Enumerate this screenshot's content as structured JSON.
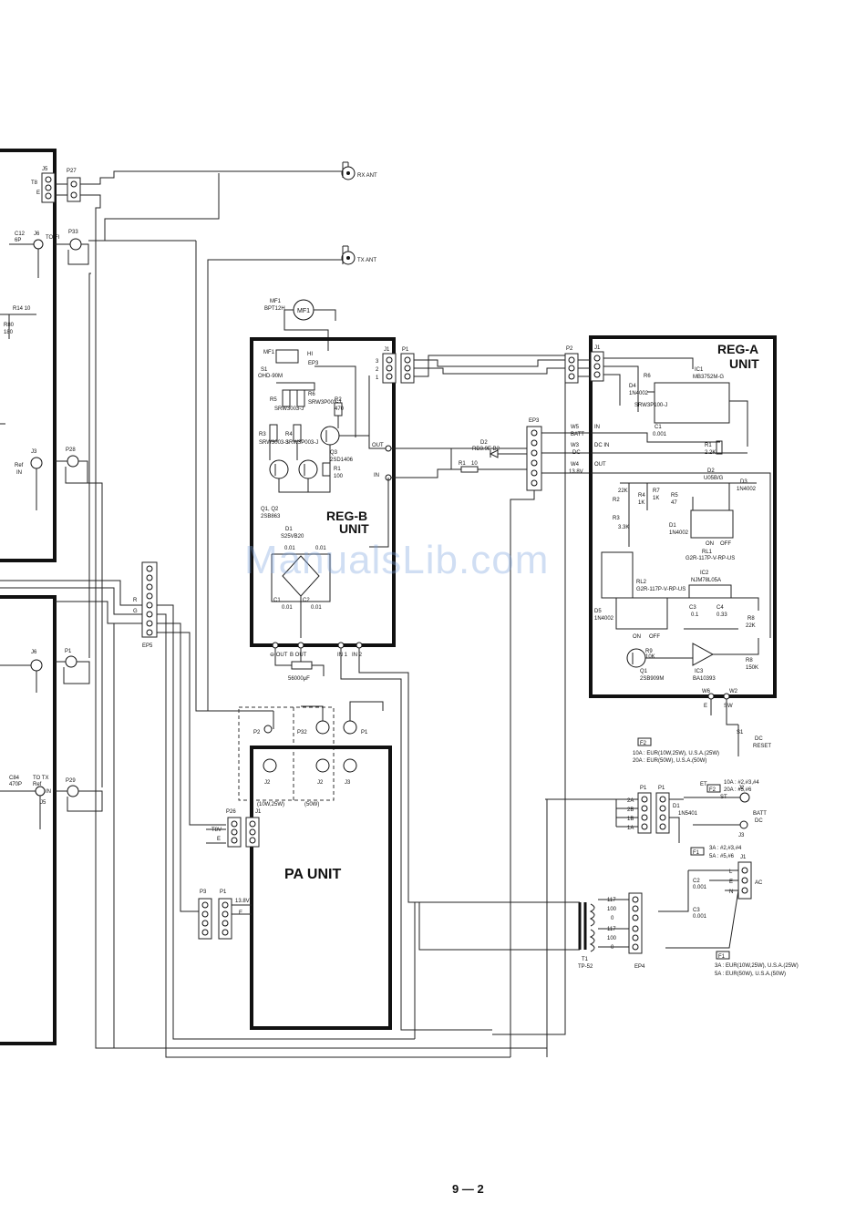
{
  "page_number": "9 — 2",
  "watermark": "ManualsLib.com",
  "units": {
    "rega": {
      "title": "REG-A",
      "subtitle": "UNIT"
    },
    "regb": {
      "title": "REG-B",
      "subtitle": "UNIT"
    },
    "pa": {
      "title": "PA UNIT"
    }
  },
  "antennas": {
    "rx": "RX ANT",
    "tx": "TX ANT"
  },
  "connectors": {
    "j5": "J5",
    "p27": "P27",
    "p33": "P33",
    "j6a": "J6",
    "j3a": "J3",
    "p28": "P28",
    "ep5": "EP5",
    "j6b": "J6",
    "p1b": "P1",
    "j5b": "J5",
    "p29": "P29",
    "j1regb": "J1",
    "p1regb": "P1",
    "ep3": "EP3",
    "p2": "P2",
    "j1rega": "J1",
    "p2pa": "P2",
    "p32": "P32",
    "p1pa": "P1",
    "j2a": "J2",
    "j2b": "J2",
    "j3pa": "J3",
    "p26": "P26",
    "j1pa": "J1",
    "p3": "P3",
    "p1low": "P1",
    "p1c": "P1",
    "p1d": "P1",
    "j2dc": "J2",
    "j3dc": "J3",
    "j1ac": "J1",
    "ep4": "EP4"
  },
  "left_labels": {
    "t8": "T8",
    "e": "E",
    "c12": "C12",
    "c12v": "6P",
    "tofi": "TO FI",
    "r14": "R14 10",
    "r180": "R80",
    "r180v": "180",
    "ref": "Ref",
    "in": "IN",
    "r": "R",
    "g": "G",
    "c84": "C84",
    "c84v": "470P",
    "totx": "TO TX",
    "totxref": "Ref",
    "inb": "IN"
  },
  "regb": {
    "mf1": "MF1",
    "mf1v": "BPT12H",
    "mf1c": "MF1",
    "s1": "S1",
    "s1v": "OHD-90M",
    "ep3": "EP3",
    "hi": "HI",
    "r5": "R5",
    "r5v": "SRW3003-J",
    "r6": "R6",
    "r6v": "SRW3P003-J",
    "r2": "R2",
    "r2v": "470",
    "r3": "R3",
    "r3v": "SRW3003-J",
    "r4": "R4",
    "r4v": "SRW3P003-J",
    "q3": "Q3",
    "q3v": "2SD1406",
    "r1": "R1",
    "r1v": "100",
    "q12": "Q1, Q2",
    "q12v": "2SB863",
    "out": "OUT",
    "in": "IN",
    "d1": "D1",
    "d1v": "S25VB20",
    "c001a": "0.01",
    "c001b": "0.01",
    "c1": "C1",
    "c1v": "0.01",
    "c2": "C2",
    "c2v": "0.01",
    "cout": "OUT",
    "cbig": "56000μF",
    "p1": "1",
    "p2": "2",
    "p3": "3"
  },
  "rega": {
    "ic1": "IC1",
    "ic1v": "MB3752M-G",
    "d4": "D4",
    "d4v": "1N4002",
    "r6": "R6",
    "r6v": "SRW3P100-J",
    "c1": "C1",
    "c1v": "0.001",
    "r1": "R1",
    "r1v": "2.2K",
    "batt": "BATT",
    "dcin": "DC IN",
    "out": "OUT",
    "in": "IN",
    "w5": "W5",
    "w3": "W3",
    "w4": "W4",
    "dc": "DC",
    "v138": "13.8V",
    "r2": "R2",
    "r2v": "22K",
    "r3": "R3",
    "r3v": "3.3K",
    "r4": "R4",
    "r4v": "1K",
    "r5": "R5",
    "r5v": "47",
    "r7": "R7",
    "r7v": "1K",
    "d2": "D2",
    "d2v": "U05B/G",
    "d3": "D3",
    "d3v": "1N4002",
    "d1": "D1",
    "d1v": "1N4002",
    "rl1": "RL1",
    "rl1v": "G2R-117P-V-RP-US",
    "on": "ON",
    "off": "OFF",
    "ic2": "IC2",
    "ic2v": "NJM78L05A",
    "rl2": "RL2",
    "rl2v": "G2R-117P-V-RP-US",
    "d5": "D5",
    "d5v": "1N4002",
    "c3": "C3",
    "c3v": "0.1",
    "c4": "C4",
    "c4v": "0.33",
    "r8": "R8",
    "r8v": "22K",
    "r9": "R9",
    "r9v": "10K",
    "q1": "Q1",
    "q1v": "2SB909M",
    "ic3": "IC3",
    "ic3v": "BA10393",
    "rb": "R8",
    "rbv": "150K",
    "on2": "ON",
    "off2": "OFF",
    "w6": "W6",
    "w2": "W2",
    "e": "E",
    "sw": "SW"
  },
  "middle": {
    "d2": "D2",
    "d2v": "RD3.9E B2",
    "r1": "R1",
    "r1v": "10"
  },
  "pa": {
    "j2label": "J2",
    "mode1": "(10W,25W)",
    "mode2": "(50W)",
    "t8v": "T8V",
    "e": "E",
    "v138": "13.8V",
    "e2": "E"
  },
  "regb_pins": {
    "out": "⊖ OUT",
    "bout": "B OUT",
    "in1": "IN 1",
    "in2": "IN 2"
  },
  "ps": {
    "s1": "S1",
    "dcreset": "DC",
    "reset": "RESET",
    "f2": "F2",
    "f2a": "10A : EUR(10W,25W), U.S.A.(25W)",
    "f2b": "20A : EUR(50W), U.S.A.(50W)",
    "f2box": "F2",
    "f2c": "10A : #2,#3,#4",
    "f2d": "20A : #5,#6",
    "f1box": "F1",
    "f1c": "3A : #2,#3,#4",
    "f1d": "5A : #5,#6",
    "et": "ET",
    "st": "ST",
    "battdc": "BATT",
    "battdc2": "DC",
    "pin2a": "2A",
    "pin2b": "2B",
    "pin1b": "1B",
    "pin1a": "1A",
    "d1": "D1",
    "d1v": "1N5401",
    "c2": "C2",
    "c2v": "0.001",
    "c3": "C3",
    "c3v": "0.001",
    "l": "L",
    "e": "E",
    "n": "N",
    "ac": "AC",
    "t1": "T1",
    "t1v": "TP-52",
    "tap117a": "117",
    "tap100a": "100",
    "tap0a": "0",
    "tap117b": "117",
    "tap100b": "100",
    "tap0b": "0",
    "f1": "F1",
    "f1a": "3A : EUR(10W,25W), U.S.A.(25W)",
    "f1b": "5A : EUR(50W), U.S.A.(50W)"
  }
}
